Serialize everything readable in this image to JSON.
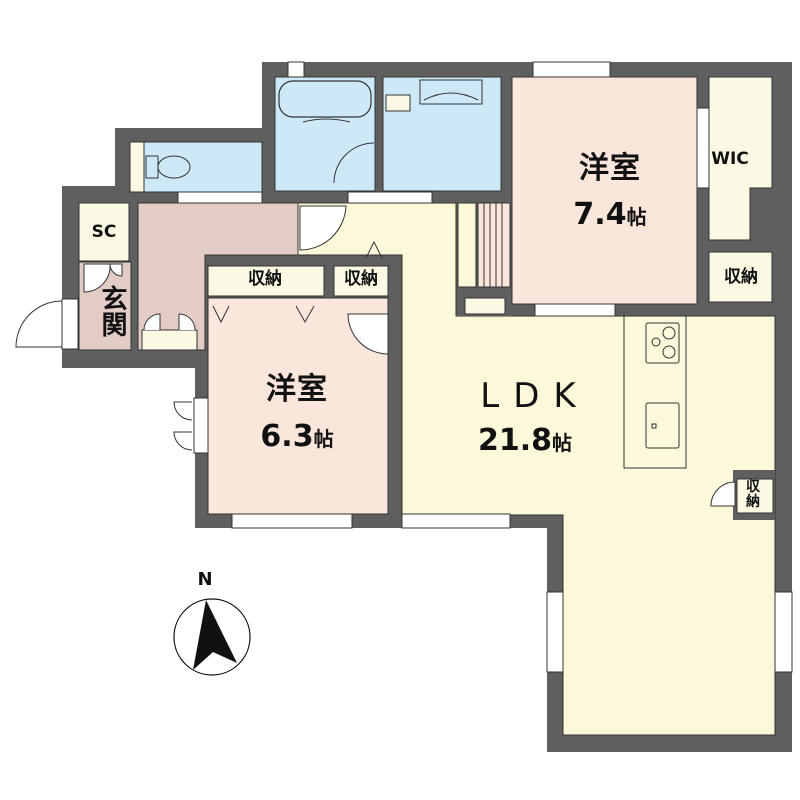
{
  "floorplan": {
    "rooms": {
      "bedroom1": {
        "name": "洋室",
        "size": "7.4",
        "unit": "帖"
      },
      "bedroom2": {
        "name": "洋室",
        "size": "6.3",
        "unit": "帖"
      },
      "ldk": {
        "name": "LDK",
        "size": "21.8",
        "unit": "帖"
      },
      "wic": {
        "name": "WIC"
      },
      "sc": {
        "name": "SC"
      },
      "entrance": {
        "name": "玄関"
      },
      "storage_bedroom2": {
        "name": "収納"
      },
      "storage_hall": {
        "name": "収納"
      },
      "storage_bedroom1": {
        "name": "収納"
      },
      "storage_ldk": {
        "name": "収納"
      }
    },
    "compass": {
      "label": "N"
    },
    "colors": {
      "wall": "#5f5f5f",
      "bedroom": "#fbe6dc",
      "ldk": "#fbf9d9",
      "wet_area": "#cde8f7",
      "entrance_hall": "#e3cbc6",
      "storage": "#fbf9e3"
    }
  }
}
